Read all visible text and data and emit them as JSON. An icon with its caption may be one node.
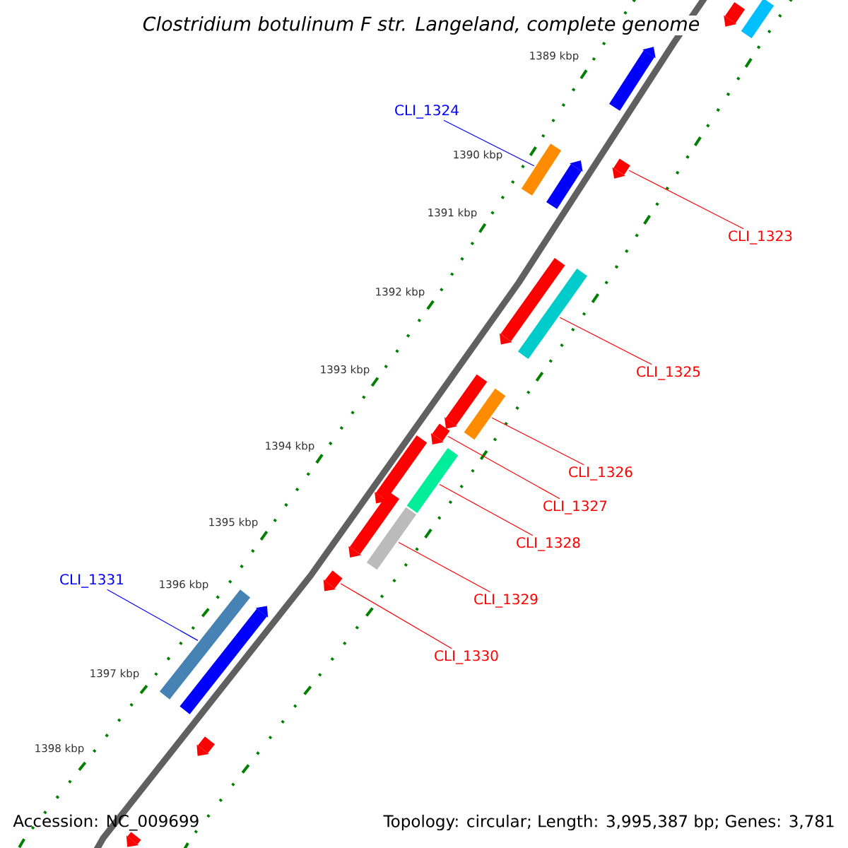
{
  "diagram": {
    "title": "Clostridium botulinum F str. Langeland, complete genome",
    "nodes": [
      {
        "text": [
          "CLI_1324"
        ]
      },
      {
        "text": [],
        "shape": "bar"
      },
      {
        "text": [
          "CLI_1323"
        ]
      },
      {
        "text": [],
        "shape": "arrow"
      },
      {
        "text": [
          "CLI_1325"
        ]
      },
      {
        "text": [],
        "shape": "bar"
      },
      {
        "text": [
          "CLI_1326"
        ]
      },
      {
        "text": [],
        "shape": "bar"
      },
      {
        "text": [
          "CLI_1327"
        ]
      },
      {
        "text": [],
        "shape": "arrow"
      },
      {
        "text": [
          "CLI_1328"
        ]
      },
      {
        "text": [],
        "shape": "bar"
      },
      {
        "text": [
          "CLI_1329"
        ]
      },
      {
        "text": [],
        "shape": "bar"
      },
      {
        "text": [
          "CLI_1330"
        ]
      },
      {
        "text": [],
        "shape": "arrow"
      },
      {
        "text": [
          "CLI_1331"
        ]
      },
      {
        "text": [],
        "shape": "bar"
      },
      {
        "text": [],
        "shape": "arrow"
      },
      {
        "text": [],
        "shape": "bar"
      },
      {
        "text": [],
        "shape": "arrow"
      },
      {
        "text": [],
        "shape": "arrow"
      },
      {
        "text": [],
        "shape": "arrow"
      },
      {
        "text": [],
        "shape": "arrow"
      },
      {
        "text": [],
        "shape": "arrow"
      },
      {
        "text": [],
        "shape": "arrow"
      },
      {
        "text": [],
        "shape": "arrow"
      },
      {
        "text": [],
        "shape": "arrow"
      },
      {
        "text": [],
        "shape": "arrow"
      }
    ],
    "edges": [
      {
        "from": 0,
        "to": 1,
        "arrow": "none",
        "color": "#0000ff"
      },
      {
        "from": 2,
        "to": 3,
        "arrow": "none"
      },
      {
        "from": 4,
        "to": 5,
        "arrow": "none"
      },
      {
        "from": 6,
        "to": 7,
        "arrow": "none"
      },
      {
        "from": 8,
        "to": 9,
        "arrow": "none"
      },
      {
        "from": 10,
        "to": 11,
        "arrow": "none"
      },
      {
        "from": 12,
        "to": 13,
        "arrow": "none"
      },
      {
        "from": 14,
        "to": 15,
        "arrow": "none"
      },
      {
        "from": 16,
        "to": 17,
        "arrow": "none",
        "color": "#0000ff"
      }
    ],
    "labels": [
      "1389 kbp",
      "1390 kbp",
      "1391 kbp",
      "1392 kbp",
      "1393 kbp",
      "1394 kbp",
      "1395 kbp",
      "1396 kbp",
      "1397 kbp",
      "1398 kbp",
      "Accession: NC_009699",
      "Topology: circular; Length: 3,995,387 bp; Genes: 3,781"
    ]
  }
}
